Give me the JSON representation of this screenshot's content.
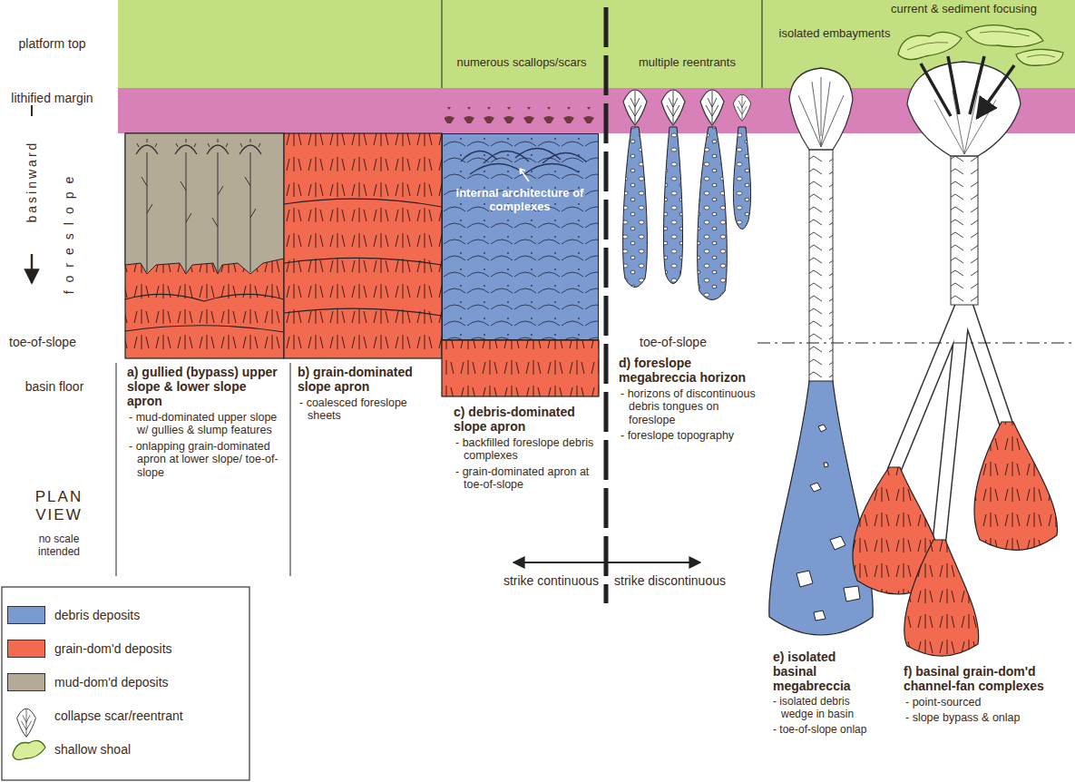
{
  "diagram": {
    "nodes": [
      {
        "text": [
          "internal architecture of complexes"
        ]
      }
    ],
    "labels": [
      "platform top",
      "lithified margin",
      "basinward",
      "foreslope",
      "toe-of-slope",
      "basin floor",
      "PLAN VIEW",
      "no scale intended",
      "numerous scallops/scars",
      "multiple reentrants",
      "isolated embayments",
      "current & sediment focusing",
      "toe-of-slope",
      "a) gullied (bypass) upper slope & lower slope apron",
      "- mud-dominated upper slope w/ gullies & slump features",
      "- onlapping grain-dominated apron at lower slope/ toe-of-slope",
      "b) grain-dominated slope apron",
      "- coalesced foreslope sheets",
      "c) debris-dominated slope apron",
      "- backfilled foreslope debris complexes",
      "- grain-dominated apron at toe-of-slope",
      "d) foreslope megabreccia horizon",
      "- horizons of discontinuous debris tongues on foreslope",
      "- foreslope topography",
      "strike continuous",
      "strike discontinuous",
      "e) isolated basinal megabreccia",
      "- isolated debris wedge in basin",
      "- toe-of-slope onlap",
      "f) basinal grain-dom'd channel-fan complexes",
      "- point-sourced",
      "- slope bypass & onlap"
    ],
    "legend": [
      {
        "text": "debris deposits",
        "color": "#7b9ad0"
      },
      {
        "text": "grain-dom'd deposits",
        "color": "#f26a4f"
      },
      {
        "text": "mud-dom'd deposits",
        "color": "#b3ab95"
      },
      {
        "text": "collapse scar/reentrant"
      },
      {
        "text": "shallow shoal"
      }
    ]
  }
}
